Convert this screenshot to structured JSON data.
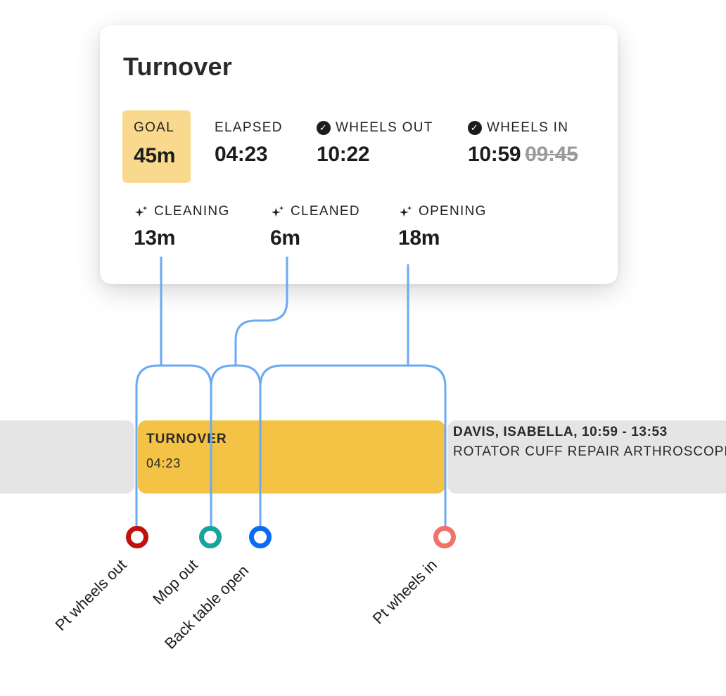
{
  "card": {
    "title": "Turnover",
    "goal": {
      "label": "GOAL",
      "value": "45m"
    },
    "elapsed": {
      "label": "ELAPSED",
      "value": "04:23"
    },
    "wheels_out": {
      "label": "WHEELS OUT",
      "value": "10:22",
      "icon": "check-circle-icon"
    },
    "wheels_in": {
      "label": "WHEELS IN",
      "value": "10:59",
      "previous_value": "09:45",
      "icon": "check-circle-icon"
    },
    "cleaning": {
      "label": "CLEANING",
      "value": "13m",
      "icon": "sparkle-icon"
    },
    "cleaned": {
      "label": "CLEANED",
      "value": "6m",
      "icon": "sparkle-icon"
    },
    "opening": {
      "label": "OPENING",
      "value": "18m",
      "icon": "sparkle-icon"
    }
  },
  "timeline": {
    "turnover_block": {
      "title": "TURNOVER",
      "time": "04:23",
      "color": "#f4c244"
    },
    "next_case": {
      "title": "DAVIS, ISABELLA, 10:59 - 13:53",
      "procedure": "ROTATOR CUFF REPAIR ARTHROSCOPIC"
    }
  },
  "events": [
    {
      "label": "Pt wheels out",
      "color": "#c0120c"
    },
    {
      "label": "Mop out",
      "color": "#17a49a"
    },
    {
      "label": "Back table open",
      "color": "#0a6cf0"
    },
    {
      "label": "Pt wheels in",
      "color": "#f07268"
    }
  ],
  "connector_color": "#6aaaf2"
}
